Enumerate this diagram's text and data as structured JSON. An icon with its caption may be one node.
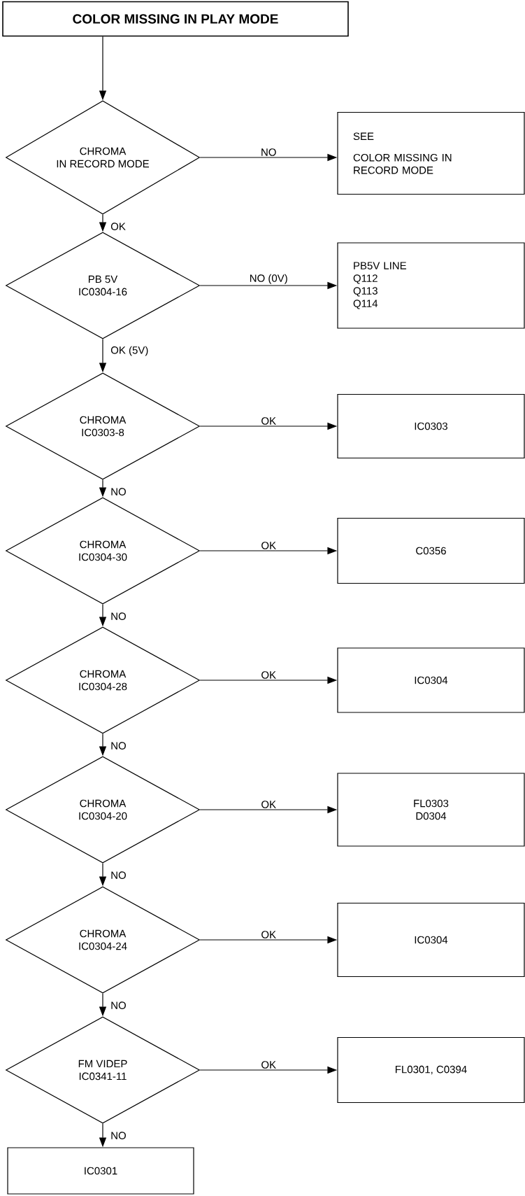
{
  "diagram": {
    "nodes": [
      {
        "text": [
          "COLOR MISSING IN PLAY MODE"
        ]
      },
      {
        "text": [
          "CHROMA",
          "IN RECORD MODE"
        ]
      },
      {
        "text": [
          "SEE",
          "COLOR MISSING IN RECORD MODE"
        ]
      },
      {
        "text": [
          "PB 5V",
          "IC0304-16"
        ]
      },
      {
        "text": [
          "PB5V LINE",
          "Q112",
          "Q113",
          "Q114"
        ]
      },
      {
        "text": [
          "CHROMA",
          "IC0303-8"
        ]
      },
      {
        "text": [
          "IC0303"
        ]
      },
      {
        "text": [
          "CHROMA",
          "IC0304-30"
        ]
      },
      {
        "text": [
          "C0356"
        ]
      },
      {
        "text": [
          "CHROMA",
          "IC0304-28"
        ]
      },
      {
        "text": [
          "IC0304"
        ]
      },
      {
        "text": [
          "CHROMA",
          "IC0304-20"
        ]
      },
      {
        "text": [
          "FL0303",
          "D0304"
        ]
      },
      {
        "text": [
          "CHROMA",
          "IC0304-24"
        ]
      },
      {
        "text": [
          "IC0304"
        ]
      },
      {
        "text": [
          "FM VIDEP",
          "IC0341-11"
        ]
      },
      {
        "text": [
          "FL0301, C0394"
        ]
      },
      {
        "text": [
          "IC0301"
        ]
      }
    ],
    "edges": [
      {
        "from": 0,
        "to": 1,
        "arrow": "to"
      },
      {
        "from": 1,
        "to": 2,
        "arrow": "to",
        "label": "NO"
      },
      {
        "from": 1,
        "to": 3,
        "arrow": "to",
        "label": "OK"
      },
      {
        "from": 3,
        "to": 4,
        "arrow": "to",
        "label": "NO (0V)"
      },
      {
        "from": 3,
        "to": 5,
        "arrow": "to",
        "label": "OK (5V)"
      },
      {
        "from": 5,
        "to": 6,
        "arrow": "to",
        "label": "OK"
      },
      {
        "from": 5,
        "to": 7,
        "arrow": "to",
        "label": "NO"
      },
      {
        "from": 7,
        "to": 8,
        "arrow": "to",
        "label": "OK"
      },
      {
        "from": 7,
        "to": 9,
        "arrow": "to",
        "label": "NO"
      },
      {
        "from": 9,
        "to": 10,
        "arrow": "to",
        "label": "OK"
      },
      {
        "from": 9,
        "to": 11,
        "arrow": "to",
        "label": "NO"
      },
      {
        "from": 11,
        "to": 12,
        "arrow": "to",
        "label": "OK"
      },
      {
        "from": 11,
        "to": 13,
        "arrow": "to",
        "label": "NO"
      },
      {
        "from": 13,
        "to": 14,
        "arrow": "to",
        "label": "OK"
      },
      {
        "from": 13,
        "to": 15,
        "arrow": "to",
        "label": "NO"
      },
      {
        "from": 15,
        "to": 16,
        "arrow": "to",
        "label": "OK"
      },
      {
        "from": 15,
        "to": 17,
        "arrow": "to",
        "label": "NO"
      }
    ]
  }
}
